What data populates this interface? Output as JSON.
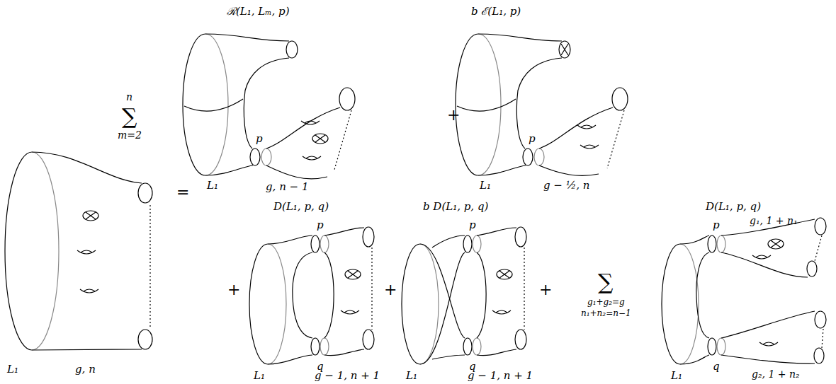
{
  "diagram": {
    "labels": [
      "ℛ(L₁, Lₘ, p)",
      "b ℰ(L₁, p)",
      "n",
      "∑",
      "m=2",
      "+",
      "L₁",
      "p",
      "g, n − 1",
      "L₁",
      "p",
      "g − ½, n",
      "=",
      "L₁",
      "g, n",
      "+",
      "D(L₁, p, q)",
      "p",
      "q",
      "L₁",
      "g − 1, n + 1",
      "+",
      "b D(L₁, p, q)",
      "p",
      "q",
      "L₁",
      "g − 1, n + 1",
      "+",
      "∑",
      "g₁+g₂=g",
      "n₁+n₂=n−1",
      "D(L₁, p, q)",
      "g₁, 1 + n₁",
      "p",
      "q",
      "L₁",
      "g₂, 1 + n₂"
    ]
  }
}
